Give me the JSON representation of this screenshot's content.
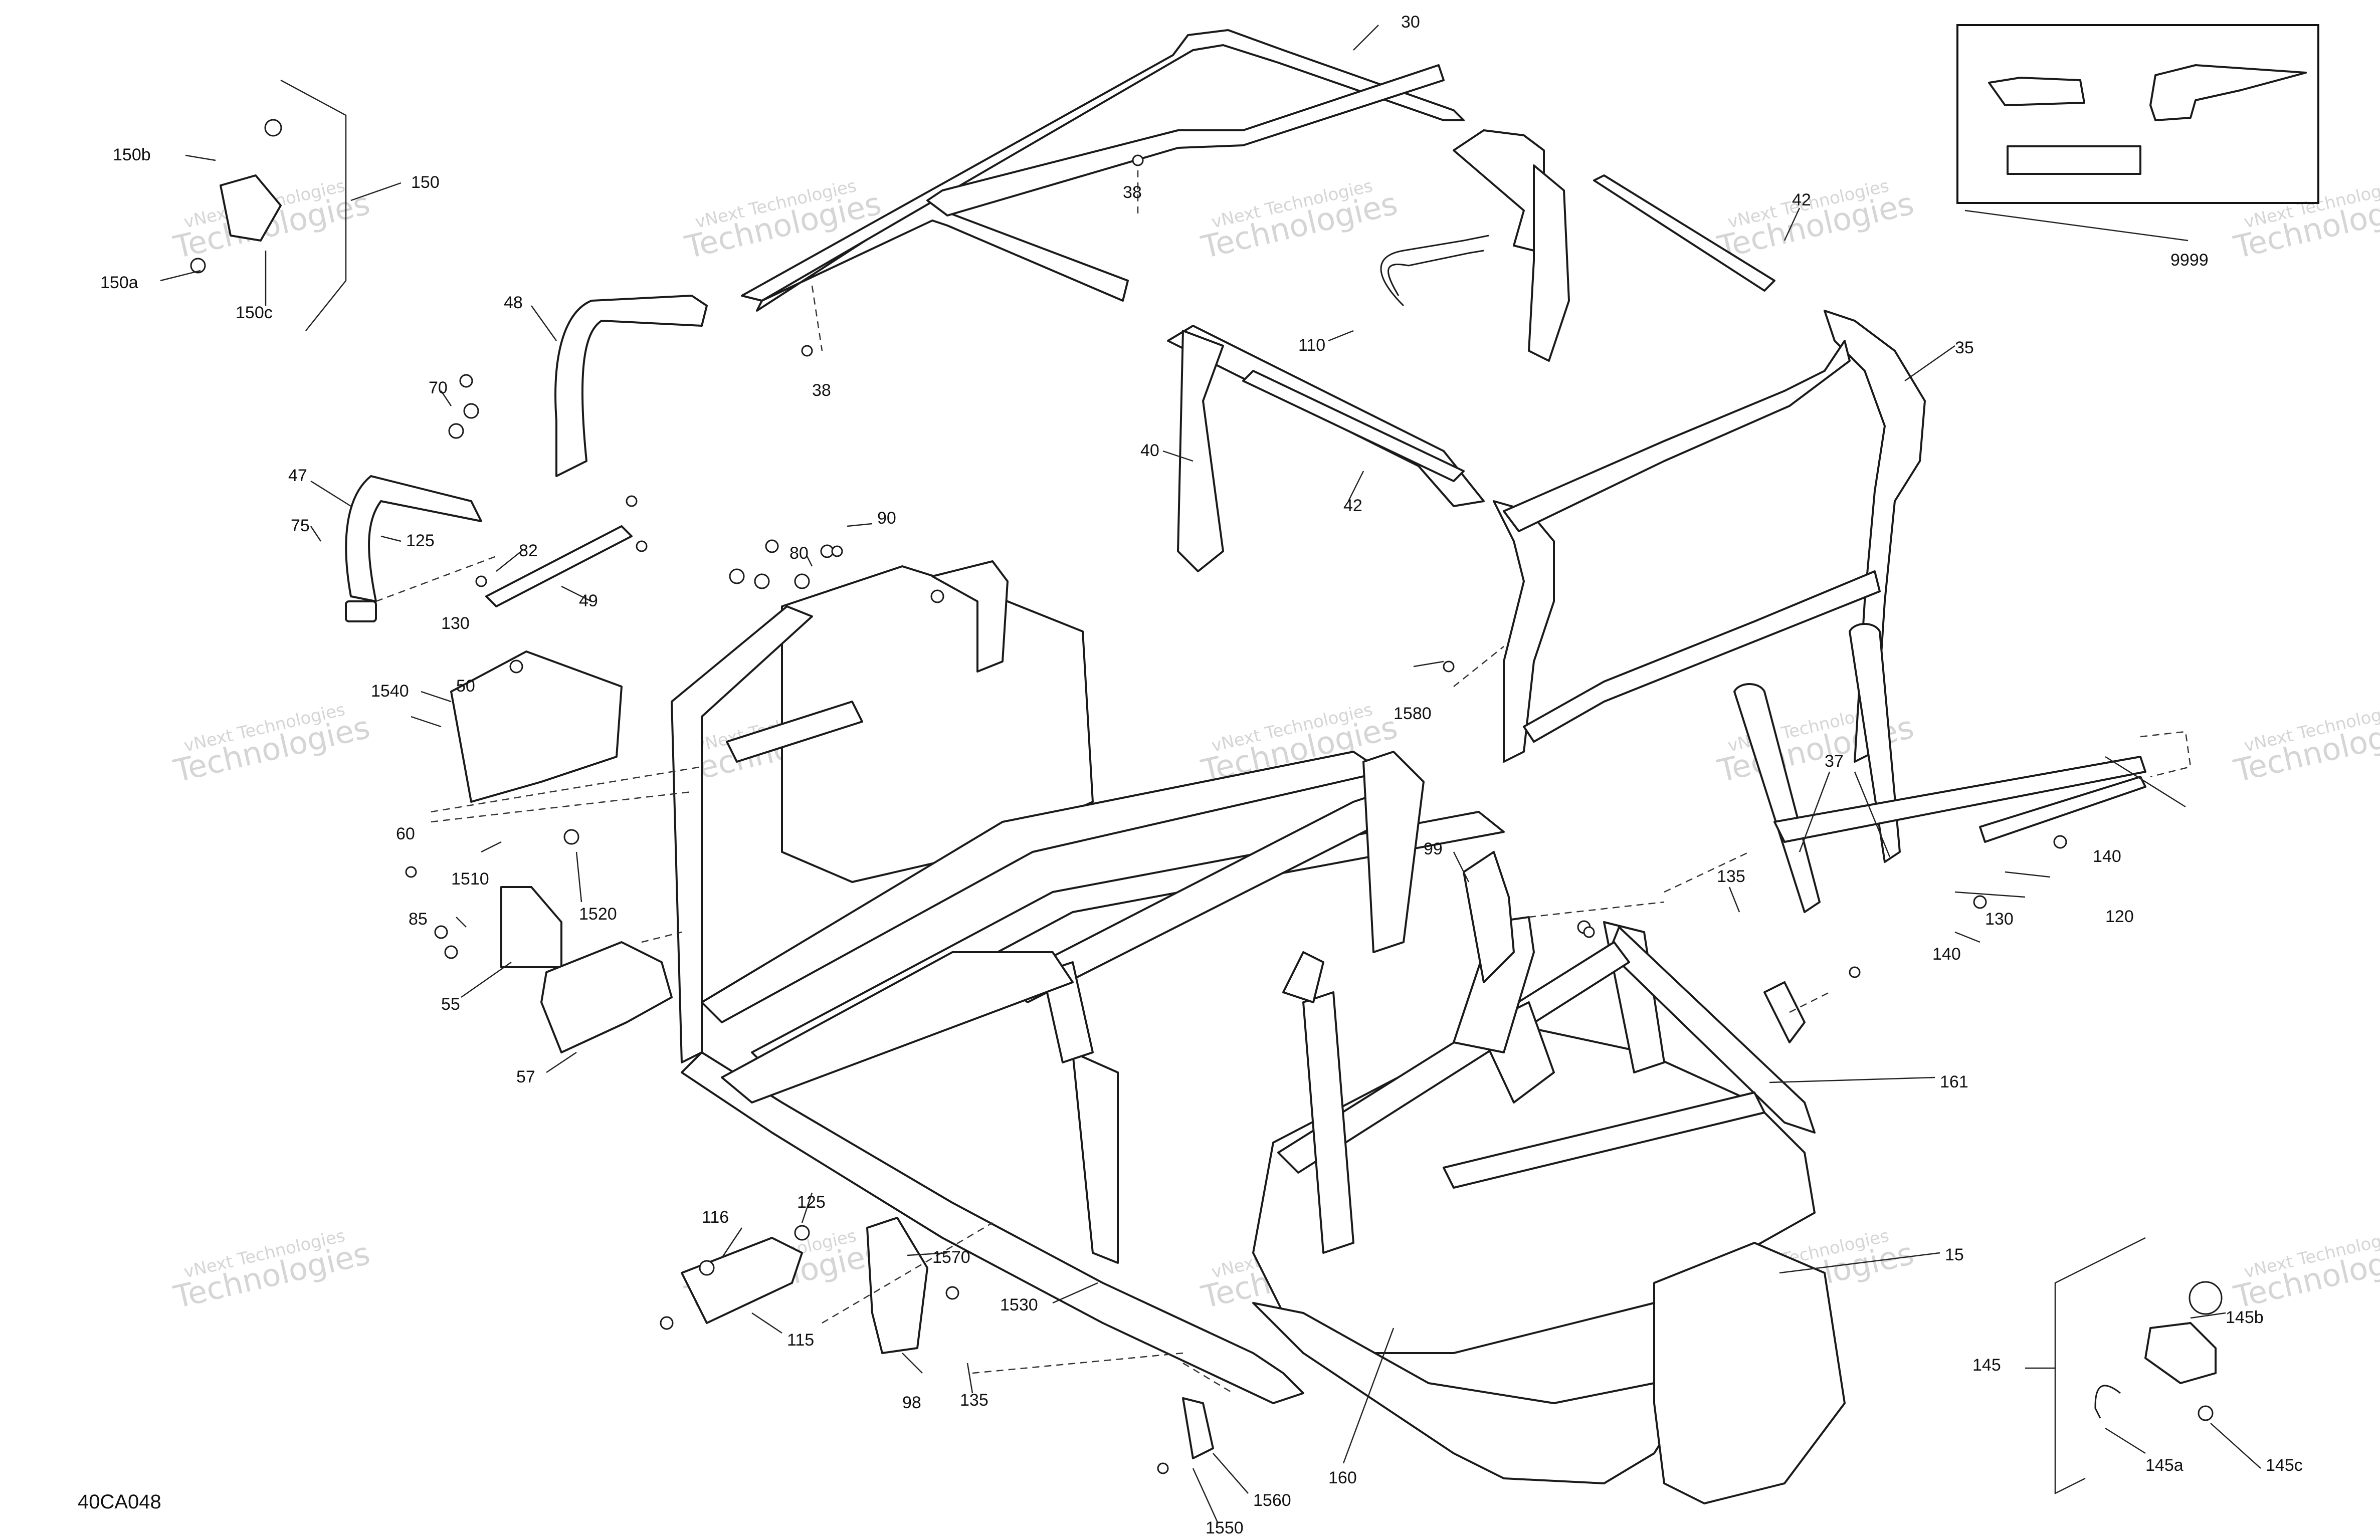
{
  "diagram": {
    "code": "40CA048",
    "watermark": "vNext Technologies",
    "labels": [
      "30",
      "38",
      "38",
      "42",
      "42",
      "9999",
      "150",
      "150b",
      "150a",
      "150c",
      "48",
      "70",
      "47",
      "75",
      "125",
      "82",
      "49",
      "80",
      "90",
      "130",
      "110",
      "40",
      "35",
      "50",
      "1540",
      "60",
      "1510",
      "1520",
      "85",
      "55",
      "57",
      "99",
      "135",
      "140",
      "130",
      "120",
      "140",
      "1580",
      "37",
      "161",
      "15",
      "116",
      "125",
      "115",
      "1570",
      "1530",
      "98",
      "135",
      "145",
      "145b",
      "145a",
      "145c",
      "160",
      "1560",
      "1550"
    ]
  }
}
